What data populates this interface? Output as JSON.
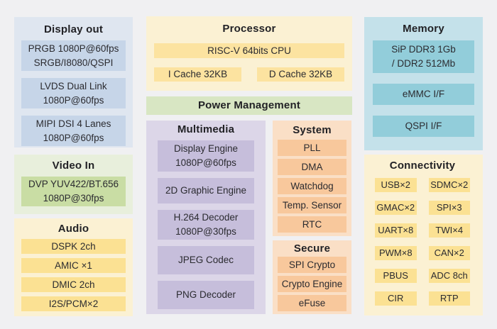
{
  "palette": {
    "background": "#f0f0f2",
    "text": "#2b2b30",
    "title_text": "#222226",
    "display_out": {
      "panel": "#dfe6f0",
      "item": "#c6d5e8"
    },
    "processor": {
      "panel": "#fbf1d3",
      "item": "#fce3a0"
    },
    "memory": {
      "panel": "#c4e1ea",
      "item": "#92cdda"
    },
    "power": {
      "panel": "#d8e6c3"
    },
    "multimedia": {
      "panel": "#dcd6e8",
      "item": "#c6bedb"
    },
    "system": {
      "panel": "#fadfc6",
      "item": "#f8c89c"
    },
    "secure": {
      "panel": "#fadfc6",
      "item": "#f8c89c"
    },
    "video_in": {
      "panel": "#e8efdc",
      "item": "#c9dda4"
    },
    "audio": {
      "panel": "#fbf1d3",
      "item": "#fbe193"
    },
    "connectivity": {
      "panel": "#fbf1d3",
      "item": "#fbe193"
    }
  },
  "blocks": {
    "display_out": {
      "title": "Display out",
      "items": [
        {
          "line1": "PRGB 1080P@60fps",
          "line2": "SRGB/I8080/QSPI"
        },
        {
          "line1": "LVDS Dual Link",
          "line2": "1080P@60fps"
        },
        {
          "line1": "MIPI DSI 4 Lanes",
          "line2": "1080P@60fps"
        }
      ]
    },
    "video_in": {
      "title": "Video In",
      "items": [
        {
          "line1": "DVP YUV422/BT.656",
          "line2": "1080P@30fps"
        }
      ]
    },
    "audio": {
      "title": "Audio",
      "items": [
        "DSPK 2ch",
        "AMIC ×1",
        "DMIC 2ch",
        "I2S/PCM×2"
      ]
    },
    "processor": {
      "title": "Processor",
      "cpu": "RISC-V 64bits CPU",
      "icache": "I Cache 32KB",
      "dcache": "D Cache 32KB"
    },
    "power": {
      "title": "Power Management"
    },
    "multimedia": {
      "title": "Multimedia",
      "items": [
        {
          "line1": "Display Engine",
          "line2": "1080P@60fps"
        },
        {
          "line1": "2D Graphic Engine"
        },
        {
          "line1": "H.264 Decoder",
          "line2": "1080P@30fps"
        },
        {
          "line1": "JPEG Codec"
        },
        {
          "line1": "PNG Decoder"
        }
      ]
    },
    "system": {
      "title": "System",
      "items": [
        "PLL",
        "DMA",
        "Watchdog",
        "Temp. Sensor",
        "RTC"
      ]
    },
    "secure": {
      "title": "Secure",
      "items": [
        "SPI Crypto",
        "Crypto Engine",
        "eFuse"
      ]
    },
    "memory": {
      "title": "Memory",
      "items": [
        {
          "line1": "SiP DDR3 1Gb",
          "line2": "/ DDR2 512Mb"
        },
        {
          "line1": "eMMC I/F"
        },
        {
          "line1": "QSPI  I/F"
        }
      ]
    },
    "connectivity": {
      "title": "Connectivity",
      "items": [
        "USB×2",
        "SDMC×2",
        "GMAC×2",
        "SPI×3",
        "UART×8",
        "TWI×4",
        "PWM×8",
        "CAN×2",
        "PBUS",
        "ADC 8ch",
        "CIR",
        "RTP"
      ]
    }
  }
}
